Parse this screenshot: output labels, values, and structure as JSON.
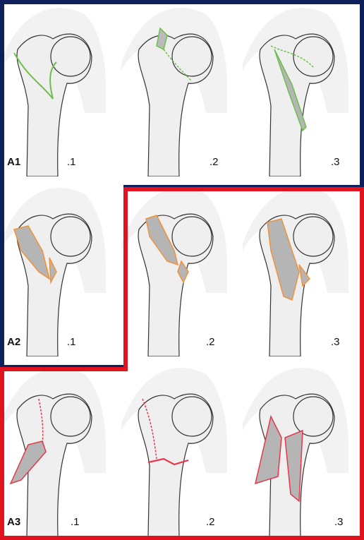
{
  "groups": {
    "A1": {
      "label": "A1",
      "color": "#6cc04a"
    },
    "A2": {
      "label": "A2",
      "color": "#f0923a"
    },
    "A3": {
      "label": "A3",
      "color": "#e8364a"
    }
  },
  "panels": [
    {
      "group": "A1",
      "sub": ".1",
      "show_group": true
    },
    {
      "group": "A1",
      "sub": ".2",
      "show_group": false
    },
    {
      "group": "A1",
      "sub": ".3",
      "show_group": false
    },
    {
      "group": "A2",
      "sub": ".1",
      "show_group": true
    },
    {
      "group": "A2",
      "sub": ".2",
      "show_group": false
    },
    {
      "group": "A2",
      "sub": ".3",
      "show_group": false
    },
    {
      "group": "A3",
      "sub": ".1",
      "show_group": true
    },
    {
      "group": "A3",
      "sub": ".2",
      "show_group": false
    },
    {
      "group": "A3",
      "sub": ".3",
      "show_group": false
    }
  ],
  "frame_colors": {
    "stable": "#0f1f5c",
    "unstable": "#e0141e"
  }
}
